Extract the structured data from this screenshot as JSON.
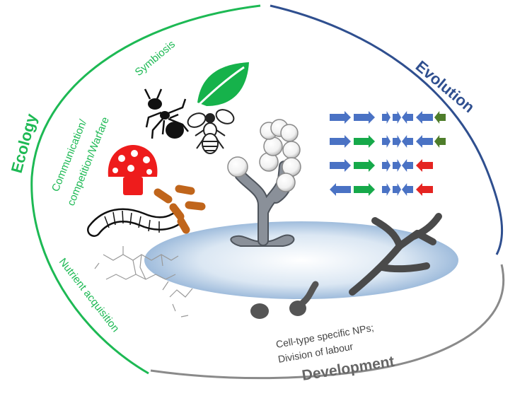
{
  "labels": {
    "ecology": "Ecology",
    "evolution": "Evolution",
    "development": "Development",
    "symbiosis": "Symbiosis",
    "communication_line1": "Communication/",
    "communication_line2": "competition/Warfare",
    "nutrient": "Nutrient acquisition",
    "celltype_line1": "Cell-type specific NPs;",
    "celltype_line2": "Division of labour"
  },
  "colors": {
    "ecology": "#1db954",
    "evolution": "#2f4f8f",
    "development": "#8a8a8a",
    "gene_blue": "#4a72c4",
    "gene_green": "#16a94a",
    "gene_red": "#e52421",
    "gene_olive": "#4e7d2a",
    "mushroom": "#ee1c1c",
    "bacteria": "#c0651b",
    "fungus": "#8a9099",
    "dish": "#a9c4e2"
  },
  "icons": [
    "leaf-icon",
    "ant-icon",
    "bee-icon",
    "mushroom-icon",
    "worm-icon",
    "bacteria-icon",
    "molecule-icon",
    "fungus-icon",
    "spore-icon",
    "gene-cluster-icon"
  ]
}
